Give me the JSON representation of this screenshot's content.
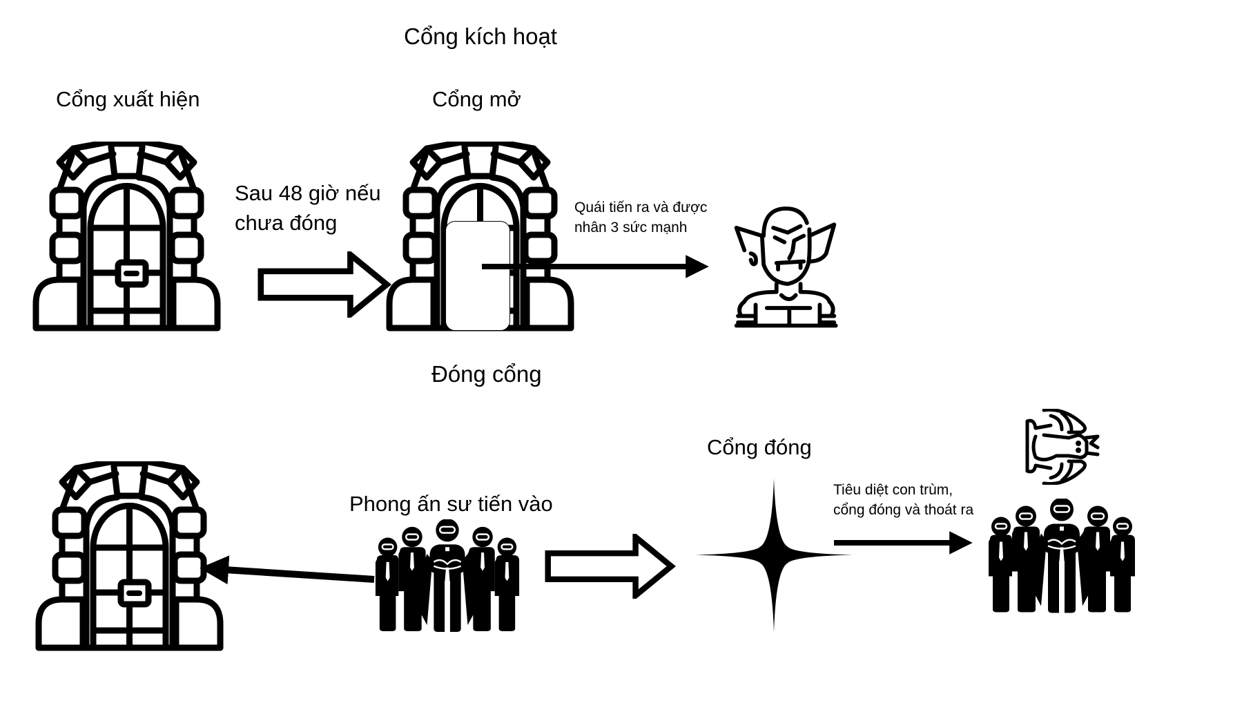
{
  "diagram": {
    "title_top": "Cổng kích hoạt",
    "title_bottom": "Đóng cổng",
    "stages": {
      "gate_appear": {
        "label": "Cổng xuất hiện",
        "icon": "stone-arch-door-icon"
      },
      "gate_open": {
        "label": "Cổng mở",
        "icon": "stone-arch-door-open-icon"
      },
      "monster": {
        "icon": "orc-monster-icon"
      },
      "gate_seal": {
        "icon": "stone-arch-door-icon"
      },
      "sealers_enter": {
        "label": "Phong ấn sư tiến vào",
        "icon": "hero-team-icon"
      },
      "gate_closed": {
        "label": "Cổng đóng",
        "icon": "four-point-star-icon"
      },
      "boss": {
        "icon": "dragon-boss-icon"
      },
      "team_exit": {
        "icon": "hero-team-icon"
      }
    },
    "edges": [
      {
        "from": "gate_appear",
        "to": "gate_open",
        "style": "block-arrow",
        "label_lines": [
          "Sau 48 giờ nếu",
          "chưa đóng"
        ]
      },
      {
        "from": "gate_open",
        "to": "monster",
        "style": "line-arrow",
        "label_lines": [
          "Quái tiến ra và được",
          "nhân 3 sức mạnh"
        ]
      },
      {
        "from": "sealers_enter",
        "to": "gate_seal",
        "style": "line-arrow",
        "label_lines": []
      },
      {
        "from": "sealers_enter",
        "to": "gate_closed",
        "style": "block-arrow",
        "label_lines": []
      },
      {
        "from": "gate_closed",
        "to": "team_exit",
        "style": "line-arrow",
        "label_lines": [
          "Tiêu diệt con trùm,",
          "cổng đóng và thoát ra"
        ]
      }
    ],
    "colors": {
      "ink": "#000000",
      "background": "#ffffff"
    }
  }
}
